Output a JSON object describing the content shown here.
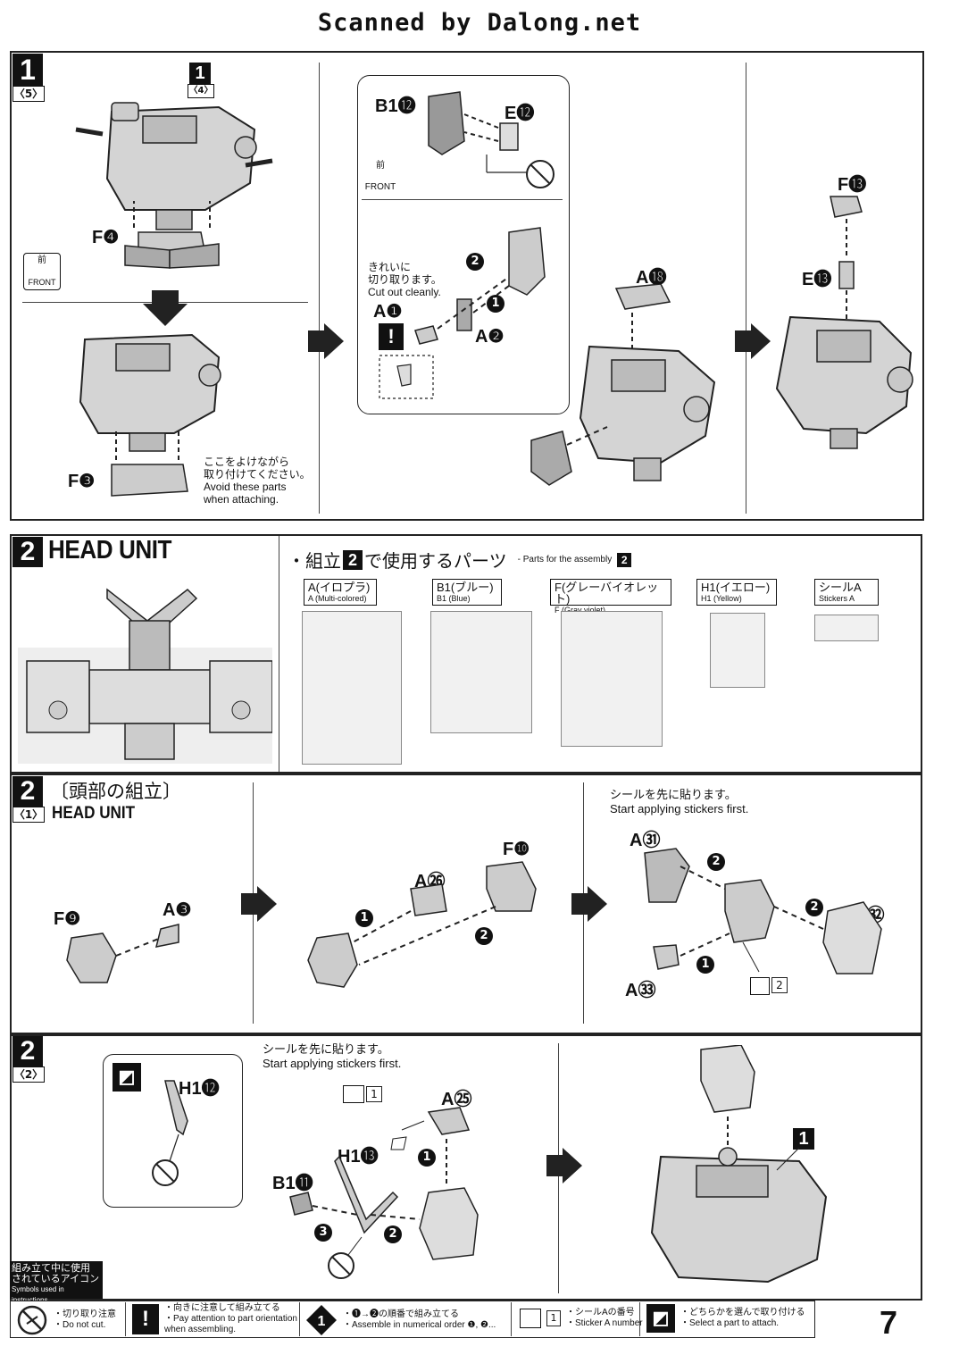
{
  "header": {
    "scan_credit": "Scanned by Dalong.net"
  },
  "page_number": "7",
  "step1": {
    "number": "1",
    "sub": "〈5〉",
    "ref_number": "1",
    "ref_sub": "〈4〉",
    "front_jp": "前",
    "front_en": "FRONT",
    "labels": {
      "f4": "F❹",
      "f3": "F❸",
      "b1_12": "B1⓬",
      "e12": "E⓬",
      "a1": "A❶",
      "a2": "A❷",
      "a18": "A⓲",
      "f13": "F⓭",
      "e13": "E⓭"
    },
    "cut_note_jp1": "きれいに",
    "cut_note_jp2": "切り取ります。",
    "cut_note_en": "Cut out cleanly.",
    "avoid_jp1": "ここをよけながら",
    "avoid_jp2": "取り付けてください。",
    "avoid_en1": "Avoid these parts",
    "avoid_en2": "when attaching."
  },
  "head_unit": {
    "number": "2",
    "title": "HEAD UNIT",
    "parts_title_jp1": "・組立",
    "parts_title_num": "2",
    "parts_title_jp2": "で使用するパーツ",
    "parts_title_en": "- Parts for the assembly",
    "parts": [
      {
        "jp": "A(イロプラ)",
        "en": "A (Multi-colored)"
      },
      {
        "jp": "B1(ブルー)",
        "en": "B1 (Blue)"
      },
      {
        "jp": "F(グレーバイオレット)",
        "en": "F (Gray violet)"
      },
      {
        "jp": "H1(イエロー)",
        "en": "H1 (Yellow)"
      },
      {
        "jp": "シールA",
        "en": "Stickers A"
      }
    ]
  },
  "step2_1": {
    "number": "2",
    "sub": "〈1〉",
    "title_jp": "〔頭部の組立〕",
    "title_en": "HEAD UNIT",
    "labels": {
      "f9": "F❾",
      "a3": "A❸",
      "a26": "A㉖",
      "f10": "F❿",
      "a31": "A㉛",
      "a32": "A㉜",
      "a33": "A㉝",
      "sticker": "2"
    },
    "sticker_note_jp": "シールを先に貼ります。",
    "sticker_note_en": "Start applying stickers first."
  },
  "step2_2": {
    "number": "2",
    "sub": "〈2〉",
    "labels": {
      "h1_12": "H1⓬",
      "h1_13": "H1⓭",
      "b1_11": "B1⓫",
      "a25": "A㉕",
      "sticker": "1",
      "ref": "1"
    },
    "sticker_note_jp": "シールを先に貼ります。",
    "sticker_note_en": "Start applying stickers first."
  },
  "legend": {
    "title_jp1": "組み立て中に使用",
    "title_jp2": "されているアイコン",
    "title_en": "Symbols used in instructions",
    "items": [
      {
        "jp": "・切り取り注意",
        "en": "・Do not cut."
      },
      {
        "jp": "・向きに注意して組み立てる",
        "en": "・Pay attention to part orientation when assembling."
      },
      {
        "jp": "・❶→❷の順番で組み立てる",
        "en": "・Assemble in numerical order ❶, ❷..."
      },
      {
        "jp": "・シールAの番号",
        "en": "・Sticker A number"
      },
      {
        "jp": "・どちらかを選んで取り付ける",
        "en": "・Select a part to attach."
      }
    ]
  }
}
